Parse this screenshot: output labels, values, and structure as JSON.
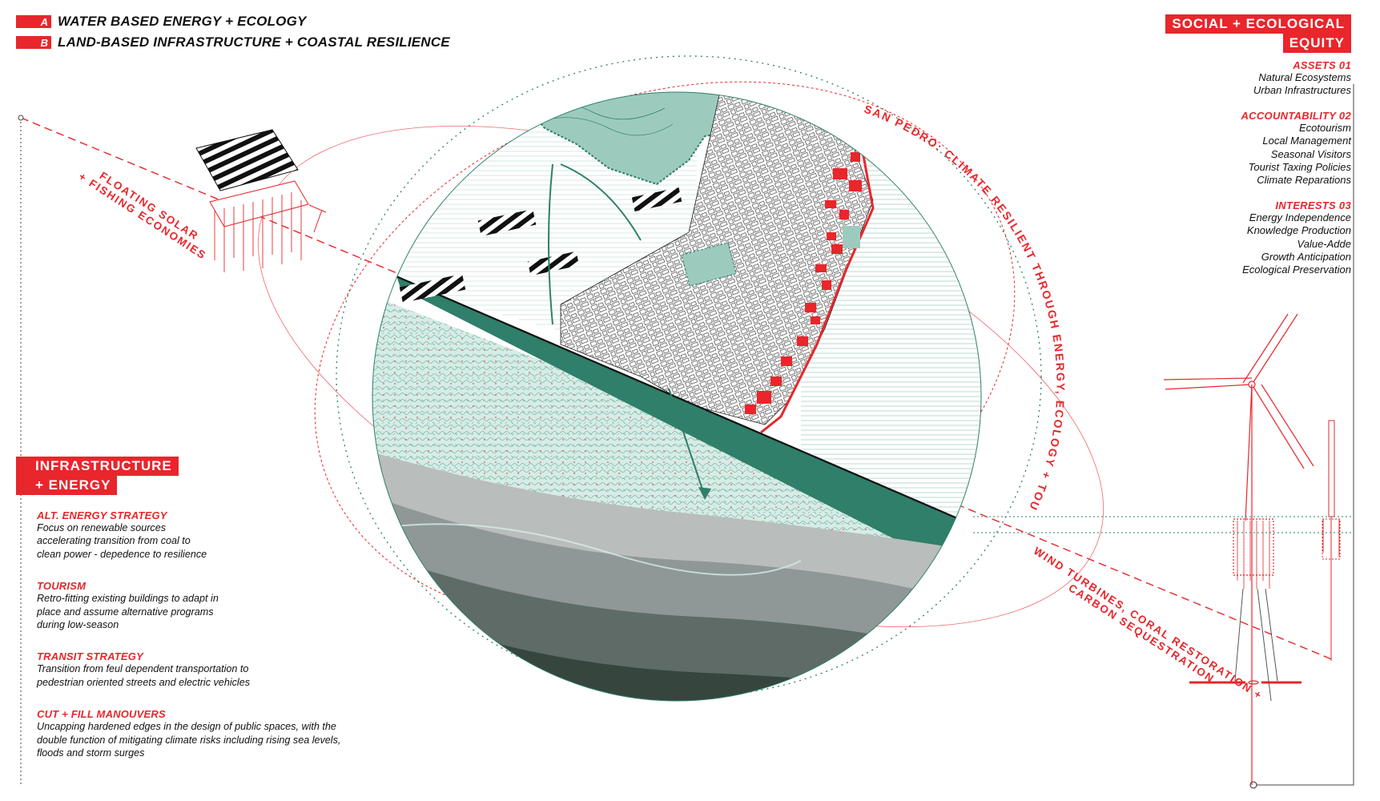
{
  "legend": [
    {
      "key": "A",
      "text": "WATER BASED ENERGY + ECOLOGY"
    },
    {
      "key": "B",
      "text": "LAND-BASED INFRASTRUCTURE + COASTAL RESILIENCE"
    }
  ],
  "equity": {
    "title_line1": "SOCIAL + ECOLOGICAL",
    "title_line2": "EQUITY",
    "sections": [
      {
        "heading": "ASSETS  01",
        "items": [
          "Natural Ecosystems",
          "Urban Infrastructures"
        ]
      },
      {
        "heading": "ACCOUNTABILITY  02",
        "items": [
          "Ecotourism",
          "Local Management",
          "Seasonal Visitors",
          "Tourist Taxing Policies",
          "Climate Reparations"
        ]
      },
      {
        "heading": "INTERESTS  03",
        "items": [
          "Energy Independence",
          "Knowledge Production",
          "Value-Adde",
          "Growth Anticipation",
          "Ecological Preservation"
        ]
      }
    ]
  },
  "infrastructure": {
    "title_line1": "INFRASTRUCTURE",
    "title_line2": "+ ENERGY",
    "sections": [
      {
        "heading": "ALT. ENERGY STRATEGY",
        "lines": [
          "Focus on renewable sources",
          "accelerating transition from coal to",
          "clean power  - depedence to resilience"
        ]
      },
      {
        "heading": "TOURISM",
        "lines": [
          "Retro-fitting existing buildings to adapt in",
          "place and assume alternative programs",
          "during low-season"
        ]
      },
      {
        "heading": "TRANSIT STRATEGY",
        "lines": [
          "Transition from feul dependent transportation to",
          "pedestrian oriented streets and electric vehicles"
        ]
      },
      {
        "heading": "CUT + FILL MANOUVERS",
        "lines": [
          "Uncapping hardened edges in the design of public spaces, with the",
          "double function of mitigating climate risks including rising sea levels,",
          "floods and storm surges"
        ]
      }
    ]
  },
  "labels": {
    "floating_solar_line1": "FLOATING SOLAR",
    "floating_solar_line2": "+ FISHING ECONOMIES",
    "san_pedro": "SAN PEDRO:  CLIMATE RESILIENT THROUGH ENERGY, ECOLOGY + TOURISM INFRASTRUCTURES",
    "wind_line1": "WIND TURBINES, CORAL RESTORATION +",
    "wind_line2": "CARBON SEQUESTRATION"
  },
  "colors": {
    "accent_red": "#e8262b",
    "teal": "#2f7f6a",
    "teal_light": "#a9d3c9",
    "dark_sea": "#37453f"
  },
  "icons": [
    "floating-solar-icon",
    "wind-turbine-icon",
    "coral-structure-icon"
  ]
}
